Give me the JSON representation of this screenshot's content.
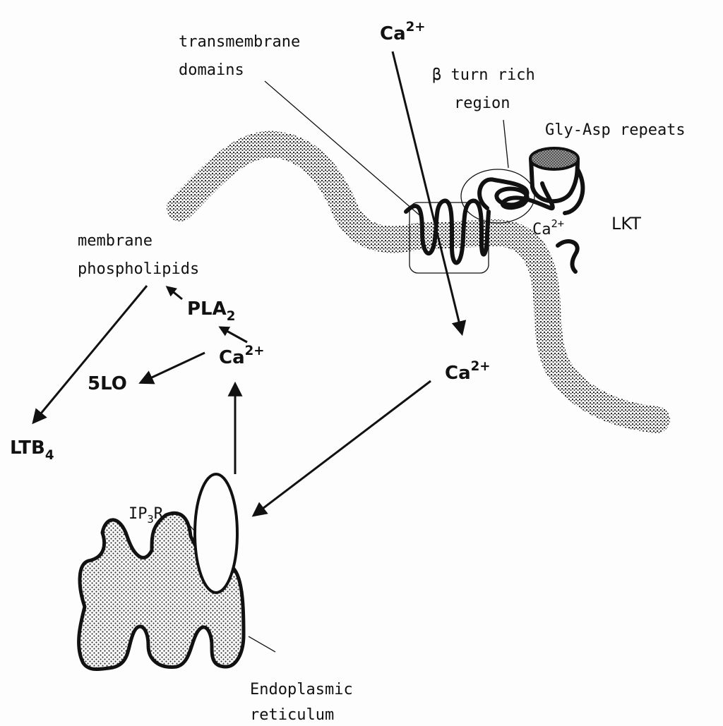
{
  "labels": {
    "ca_top": "Ca",
    "ca_top_sup": "2+",
    "transmembrane": [
      "transmembrane",
      "domains"
    ],
    "beta_turn": [
      "β turn rich",
      "region"
    ],
    "gly_asp": "Gly-Asp repeats",
    "ca_bound": "Ca",
    "ca_bound_sup": "2+",
    "lkt": "LKT",
    "ca_cyto": "Ca",
    "ca_cyto_sup": "2+",
    "membrane_phospholipids": [
      "membrane",
      "phospholipids"
    ],
    "pla2": "PLA",
    "pla2_sub": "2",
    "ca_er": "Ca",
    "ca_er_sup": "2+",
    "slo": "5LO",
    "ltb4": "LTB",
    "ltb4_sub": "4",
    "ip3r": "IP",
    "ip3r_sub": "3",
    "ip3r_tail": "R",
    "er": [
      "Endoplasmic",
      "reticulum"
    ]
  },
  "colors": {
    "ink": "#111111",
    "stipple": "#444444",
    "background": "#fdfdfd"
  }
}
